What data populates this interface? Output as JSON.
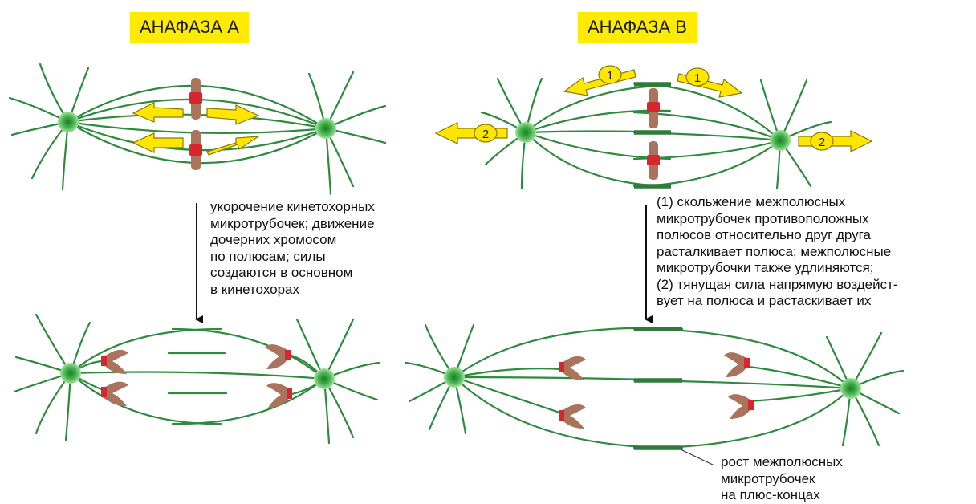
{
  "titles": {
    "anaphase_a": "АНАФАЗА А",
    "anaphase_b": "АНАФАЗА В"
  },
  "captions": {
    "anaphase_a": "укорочение кинетохорных\nмикротрубочек; движение\nдочерних хромосом\nпо полюсам; силы\nсоздаются в основном\nв кинетохорах",
    "anaphase_b": "(1) скольжение межполюсных\nмикротрубочек противоположных\nполюсов относительно друг друга\nрасталкивает полюса; межполюсные\nмикротрубочки также удлиняются;\n(2) тянущая сила напрямую воздейст-\nвует на полюса и растаскивает их",
    "growth": "рост межполюсных\nмикротрубочек\nна плюс-концах"
  },
  "badges": {
    "sliding": "1",
    "pulling": "2"
  },
  "colors": {
    "microtubule": "#2e8b3e",
    "centrosome": "#3cb043",
    "chromosome": "#a9735c",
    "kinetochore": "#d8262e",
    "arrow": "#ffe600",
    "title_bg": "#ffeb00"
  }
}
